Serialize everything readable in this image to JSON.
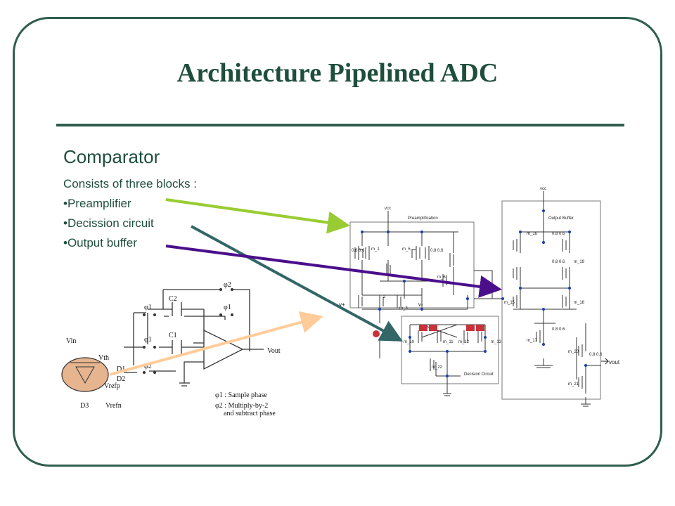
{
  "slide": {
    "title": "Architecture Pipelined ADC",
    "heading": "Comparator",
    "intro": "Consists of three blocks :",
    "bullets": [
      "•Preamplifier",
      "•Decission circuit",
      "•Output buffer"
    ]
  },
  "comparator": {
    "preamp_label": "Preamplification",
    "output_buffer_label": "Output Buffer",
    "decision_label": "Decision Circuit",
    "vcc": "vcc",
    "vin_plus": "v+",
    "vin_minus": "v-",
    "vout": "vout",
    "transistors": {
      "m1": "m_1",
      "m2": "2",
      "m3": "m_3",
      "m4": "m_4",
      "m5": "m_5",
      "m6": "m_6",
      "m10": "m_10",
      "m11": "m_11",
      "m12": "m_12",
      "m13": "m_13",
      "m15": "m_15",
      "m16": "m_16",
      "m17": "m_17",
      "m18": "m_18",
      "m19": "m_19",
      "m20": "m_20",
      "m21": "m_21",
      "m22": "m_22"
    },
    "size": "0.8 0.6"
  },
  "mdac": {
    "vin": "Vin",
    "vth": "Vth",
    "vout": "Vout",
    "vref_plus": "Vrefp",
    "vref_minus": "Vrefn",
    "d1": "D1",
    "d2": "D2",
    "d3": "D3",
    "phi1": "φ1",
    "phi2": "φ2",
    "c1": "C1",
    "c2": "C2",
    "legend1": "φ1 : Sample phase",
    "legend2a": "φ2 : Multiply-by-2",
    "legend2b": "and subtract phase"
  },
  "colors": {
    "text": "#1f4e3d",
    "frame": "#2f5e4e",
    "arrow_preamp": "#99cc33",
    "arrow_decision": "#336666",
    "arrow_buffer": "#4b0f8c",
    "arrow_mdac": "#ffcc99",
    "comparator_fill": "#e6b48f"
  }
}
